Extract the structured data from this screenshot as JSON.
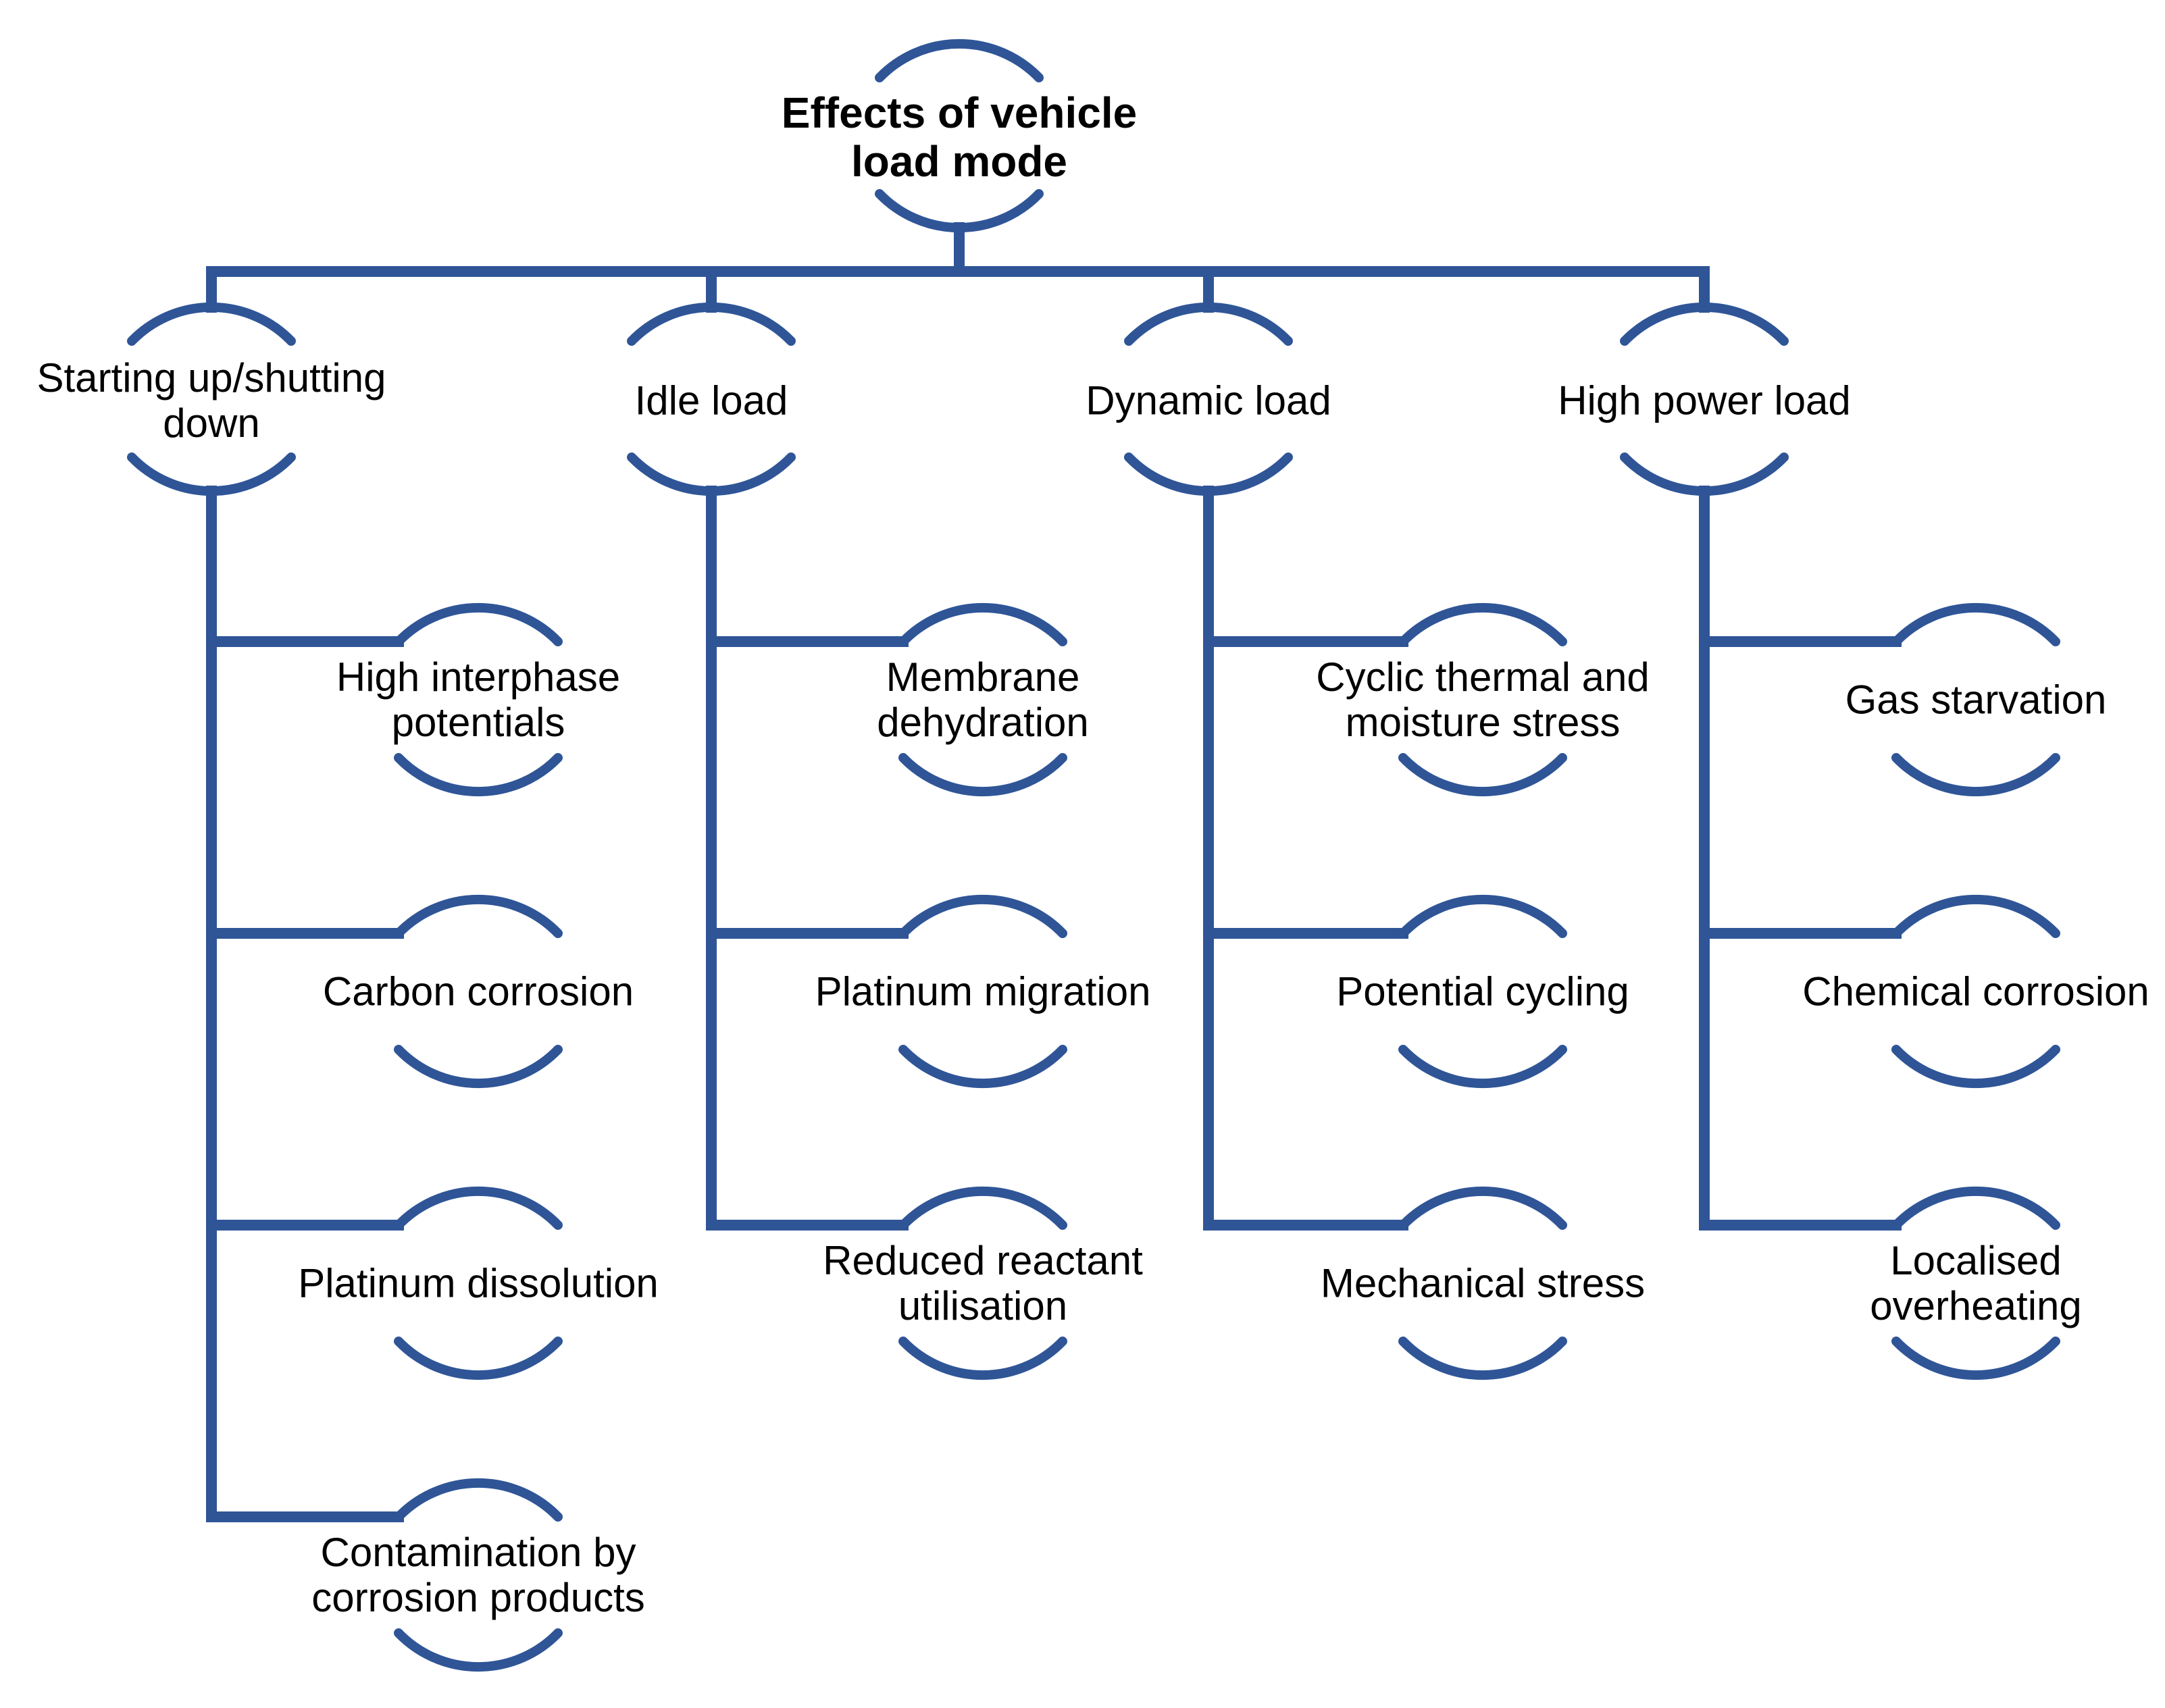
{
  "colors": {
    "line": "#2F5597",
    "text": "#000000",
    "background": "#FFFFFF"
  },
  "tree": {
    "root": {
      "label": "Effects of vehicle load mode",
      "lines": [
        "Effects of vehicle",
        "load mode"
      ]
    },
    "branches": [
      {
        "label": "Starting up/shutting down",
        "lines": [
          "Starting up/shutting",
          "down"
        ],
        "children": [
          {
            "label": "High interphase potentials",
            "lines": [
              "High interphase",
              "potentials"
            ]
          },
          {
            "label": "Carbon corrosion",
            "lines": [
              "Carbon corrosion"
            ]
          },
          {
            "label": "Platinum dissolution",
            "lines": [
              "Platinum dissolution"
            ]
          },
          {
            "label": "Contamination by corrosion products",
            "lines": [
              "Contamination by",
              "corrosion products"
            ]
          }
        ]
      },
      {
        "label": "Idle load",
        "lines": [
          "Idle load"
        ],
        "children": [
          {
            "label": "Membrane dehydration",
            "lines": [
              "Membrane",
              "dehydration"
            ]
          },
          {
            "label": "Platinum migration",
            "lines": [
              "Platinum migration"
            ]
          },
          {
            "label": "Reduced reactant utilisation",
            "lines": [
              "Reduced reactant",
              "utilisation"
            ]
          }
        ]
      },
      {
        "label": "Dynamic load",
        "lines": [
          "Dynamic load"
        ],
        "children": [
          {
            "label": "Cyclic thermal and moisture stress",
            "lines": [
              "Cyclic thermal and",
              "moisture stress"
            ]
          },
          {
            "label": "Potential cycling",
            "lines": [
              "Potential cycling"
            ]
          },
          {
            "label": "Mechanical stress",
            "lines": [
              "Mechanical stress"
            ]
          }
        ]
      },
      {
        "label": "High power load",
        "lines": [
          "High power load"
        ],
        "children": [
          {
            "label": "Gas starvation",
            "lines": [
              "Gas starvation"
            ]
          },
          {
            "label": "Chemical corrosion",
            "lines": [
              "Chemical corrosion"
            ]
          },
          {
            "label": "Localised overheating",
            "lines": [
              "Localised",
              "overheating"
            ]
          }
        ]
      }
    ]
  }
}
